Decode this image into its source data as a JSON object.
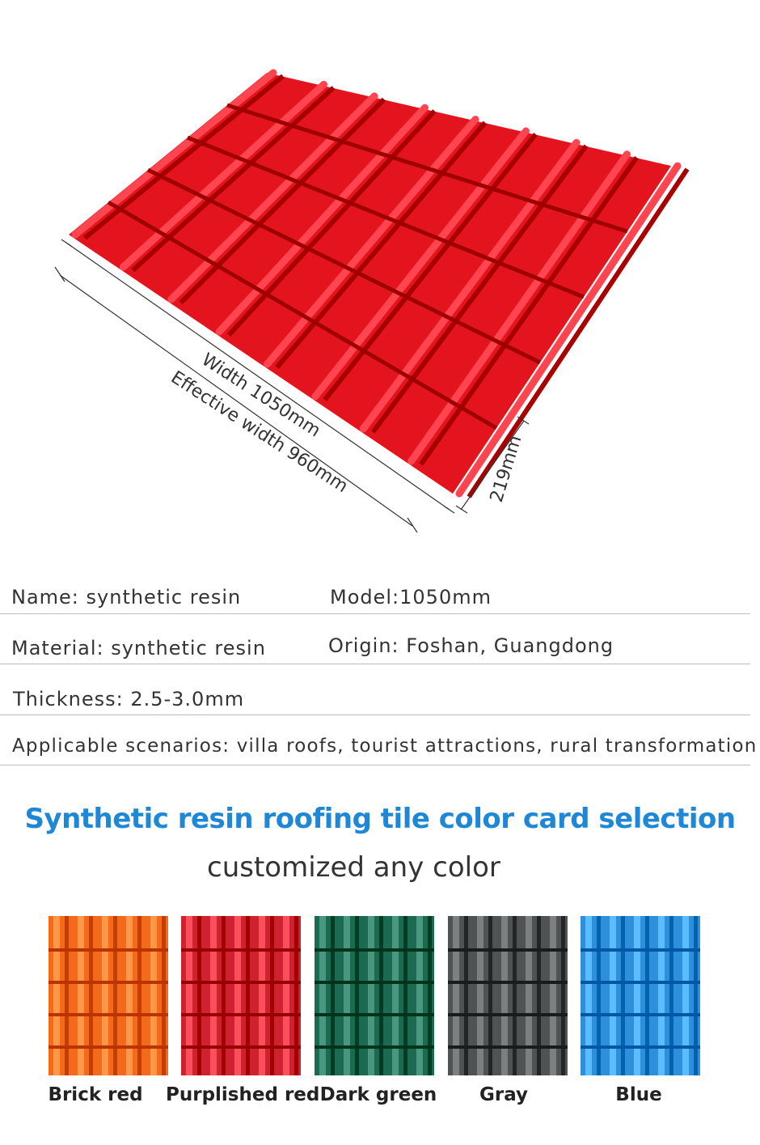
{
  "hero": {
    "tile_color": "#e4141e",
    "dimensions": {
      "width": "Width 1050mm",
      "effective_width": "Effective width 960mm",
      "height": "219mm"
    }
  },
  "specs": {
    "name": "Name: synthetic resin",
    "model": "Model:1050mm",
    "material": "Material: synthetic resin",
    "origin": "Origin: Foshan, Guangdong",
    "thickness": "Thickness:  2.5-3.0mm",
    "scenarios": "Applicable scenarios: villa roofs, tourist attractions, rural transformation"
  },
  "color_card": {
    "title": "Synthetic resin roofing tile color card selection",
    "title_color": "#1e87d6",
    "subtitle": "customized any color",
    "swatches": [
      {
        "label": "Brick red",
        "color": "#f36a1b"
      },
      {
        "label": "Purplished red",
        "color": "#cf2230"
      },
      {
        "label": "Dark green",
        "color": "#1c6a52"
      },
      {
        "label": "Gray",
        "color": "#505354"
      },
      {
        "label": "Blue",
        "color": "#2e8fdb"
      }
    ]
  }
}
